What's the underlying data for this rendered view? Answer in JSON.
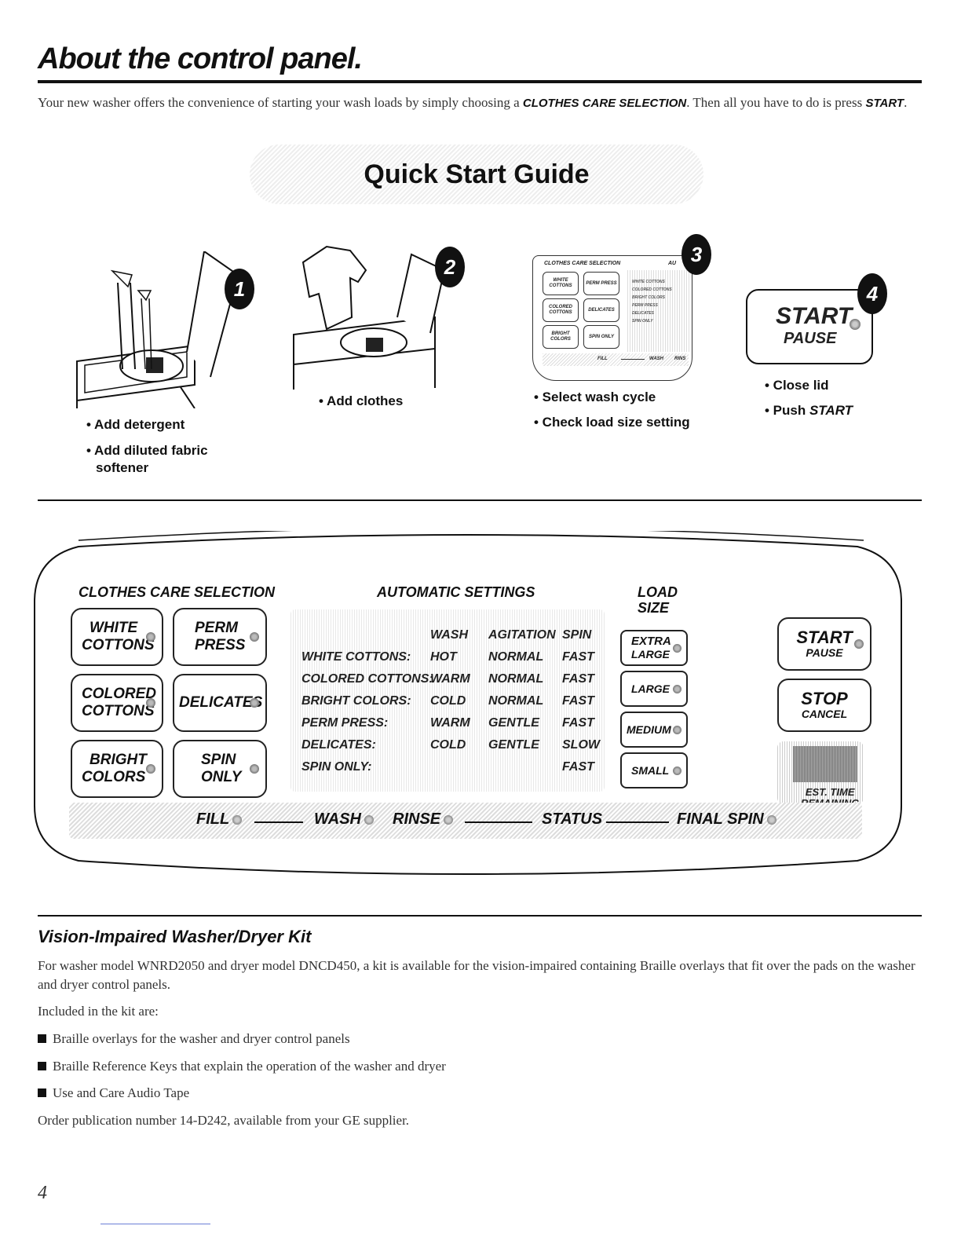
{
  "header": {
    "title": "About the control panel.",
    "intro_pre": "Your new washer offers the convenience of starting your wash loads by simply choosing a ",
    "intro_bold1": "CLOTHES CARE SELECTION",
    "intro_mid": ". Then all you have to do is press ",
    "intro_bold2": "START",
    "intro_end": "."
  },
  "quick_start": {
    "title": "Quick Start Guide",
    "steps": [
      {
        "number": "1",
        "bullets": [
          "• Add detergent",
          "• Add diluted fabric",
          "softener"
        ]
      },
      {
        "number": "2",
        "bullets": [
          "• Add clothes"
        ]
      },
      {
        "number": "3",
        "bullets": [
          "• Select wash cycle",
          "• Check load size setting"
        ]
      },
      {
        "number": "4",
        "bullets": [
          "• Close lid",
          "• Push ",
          "START"
        ]
      }
    ],
    "mini_panel": {
      "label": "CLOTHES CARE SELECTION",
      "auto": "AU",
      "buttons": [
        "WHITE COTTONS",
        "PERM PRESS",
        "COLORED COTTONS",
        "DELICATES",
        "BRIGHT COLORS",
        "SPIN ONLY"
      ],
      "rows": [
        "WHITE COTTONS",
        "COLORED COTTONS",
        "BRIGHT COLORS",
        "PERM PRESS",
        "DELICATES",
        "SPIN ONLY"
      ],
      "status": "FILL",
      "status2": "WASH",
      "status3": "RINS"
    },
    "start_card": {
      "start": "START",
      "pause": "PAUSE"
    }
  },
  "control_panel": {
    "clothes_care_heading": "CLOTHES CARE SELECTION",
    "auto_heading": "AUTOMATIC SETTINGS",
    "load_heading_1": "LOAD",
    "load_heading_2": "SIZE",
    "cycle_buttons": [
      {
        "line1": "WHITE",
        "line2": "COTTONS"
      },
      {
        "line1": "PERM",
        "line2": "PRESS"
      },
      {
        "line1": "COLORED",
        "line2": "COTTONS"
      },
      {
        "line1": "DELICATES",
        "line2": ""
      },
      {
        "line1": "BRIGHT",
        "line2": "COLORS"
      },
      {
        "line1": "SPIN",
        "line2": "ONLY"
      }
    ],
    "auto_table": {
      "columns": [
        "WASH",
        "AGITATION",
        "SPIN"
      ],
      "rows": [
        {
          "name": "WHITE COTTONS:",
          "wash": "HOT",
          "agitation": "NORMAL",
          "spin": "FAST"
        },
        {
          "name": "COLORED COTTONS:",
          "wash": "WARM",
          "agitation": "NORMAL",
          "spin": "FAST"
        },
        {
          "name": "BRIGHT COLORS:",
          "wash": "COLD",
          "agitation": "NORMAL",
          "spin": "FAST"
        },
        {
          "name": "PERM PRESS:",
          "wash": "WARM",
          "agitation": "GENTLE",
          "spin": "FAST"
        },
        {
          "name": "DELICATES:",
          "wash": "COLD",
          "agitation": "GENTLE",
          "spin": "SLOW"
        },
        {
          "name": "SPIN ONLY:",
          "wash": "",
          "agitation": "",
          "spin": "FAST"
        }
      ]
    },
    "load_buttons": [
      {
        "line1": "EXTRA",
        "line2": "LARGE"
      },
      {
        "line1": "LARGE",
        "line2": ""
      },
      {
        "line1": "MEDIUM",
        "line2": ""
      },
      {
        "line1": "SMALL",
        "line2": ""
      }
    ],
    "start_button": {
      "line1": "START",
      "line2": "PAUSE"
    },
    "stop_button": {
      "line1": "STOP",
      "line2": "CANCEL"
    },
    "est_time": {
      "line1": "EST. TIME",
      "line2": "REMAINING"
    },
    "status": [
      "FILL",
      "WASH",
      "RINSE",
      "STATUS",
      "FINAL SPIN"
    ]
  },
  "kit": {
    "title": "Vision-Impaired Washer/Dryer Kit",
    "para1": "For washer model WNRD2050 and dryer model DNCD450, a kit is available for the vision-impaired containing Braille overlays that fit over the pads on the washer and dryer control panels.",
    "para2": "Included in the kit are:",
    "items": [
      "Braille overlays for the washer and dryer control panels",
      "Braille Reference Keys that explain the operation of the washer and dryer",
      "Use and Care Audio Tape"
    ],
    "para3": "Order publication number 14-D242, available from your GE supplier."
  },
  "footer": {
    "page_number": "4"
  }
}
